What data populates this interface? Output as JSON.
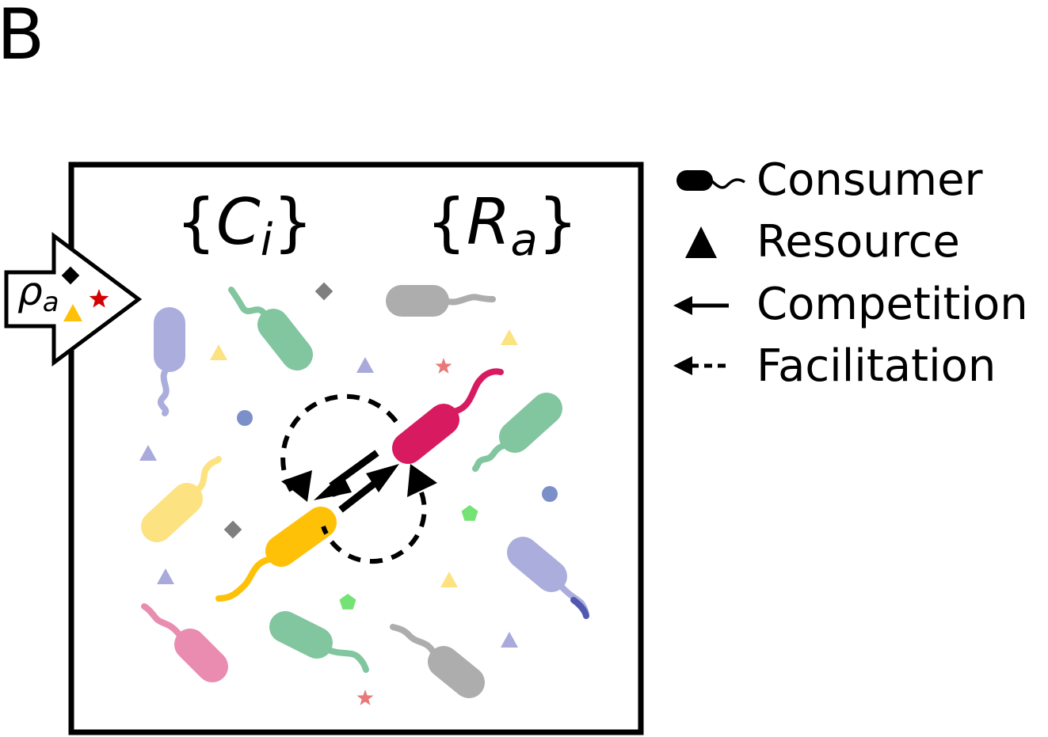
{
  "panel": {
    "label": "B"
  },
  "box": {
    "consumers_set": {
      "open": "{",
      "symbol": "C",
      "subscript": "i",
      "close": "}"
    },
    "resources_set": {
      "open": "{",
      "symbol": "R",
      "subscript": "a",
      "close": "}"
    }
  },
  "inflow": {
    "symbol": "ρ",
    "subscript": "a"
  },
  "legend": {
    "items": [
      {
        "label": "Consumer",
        "icon": "bacterium-icon"
      },
      {
        "label": "Resource",
        "icon": "triangle-icon"
      },
      {
        "label": "Competition",
        "icon": "solid-arrow-icon"
      },
      {
        "label": "Facilitation",
        "icon": "dashed-arrow-icon"
      }
    ]
  },
  "colors": {
    "line": "#000000",
    "consumer_magenta": "#d81b60",
    "consumer_gold": "#ffc107",
    "consumer_green": "#82c6a0",
    "consumer_lavender": "#abaedd",
    "consumer_gray": "#adadad",
    "consumer_pink": "#ea8bb0",
    "consumer_lightyellow": "#fde281",
    "resource_gray_diamond": "#7f7f7f",
    "resource_lavender_triangle": "#a9a9dc",
    "resource_yellow_triangle": "#fde281",
    "resource_red_star": "#e87979",
    "resource_blue_dot": "#7b8fc8",
    "resource_green_pentagon": "#74e374",
    "inflow_black_diamond": "#000000",
    "inflow_gold_triangle": "#ffc107",
    "inflow_red_star": "#d40000",
    "flagellum_tip_blue": "#5058b0"
  }
}
